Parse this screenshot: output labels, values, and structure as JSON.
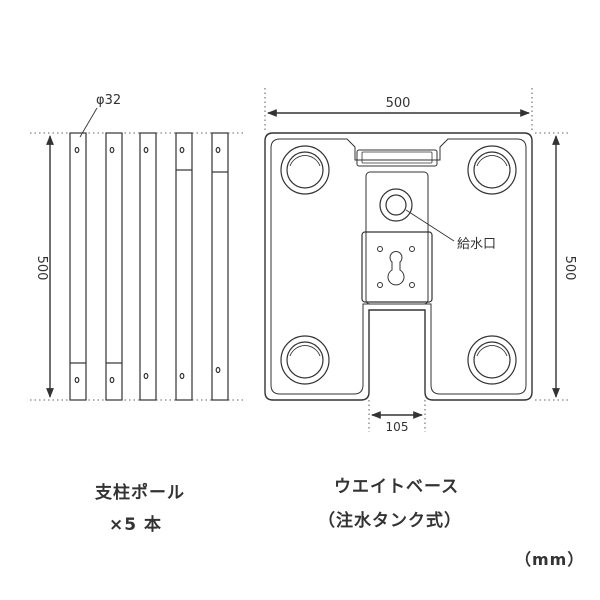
{
  "poles": {
    "diameter_label": "φ32",
    "height_label": "500",
    "caption_line1": "支柱ポール",
    "caption_line2": "×5 本"
  },
  "base": {
    "width_label": "500",
    "height_label": "500",
    "notch_label": "105",
    "inlet_label": "給水口",
    "caption_line1": "ウエイトベース",
    "caption_line2": "（注水タンク式）"
  },
  "unit_label": "（mm）"
}
